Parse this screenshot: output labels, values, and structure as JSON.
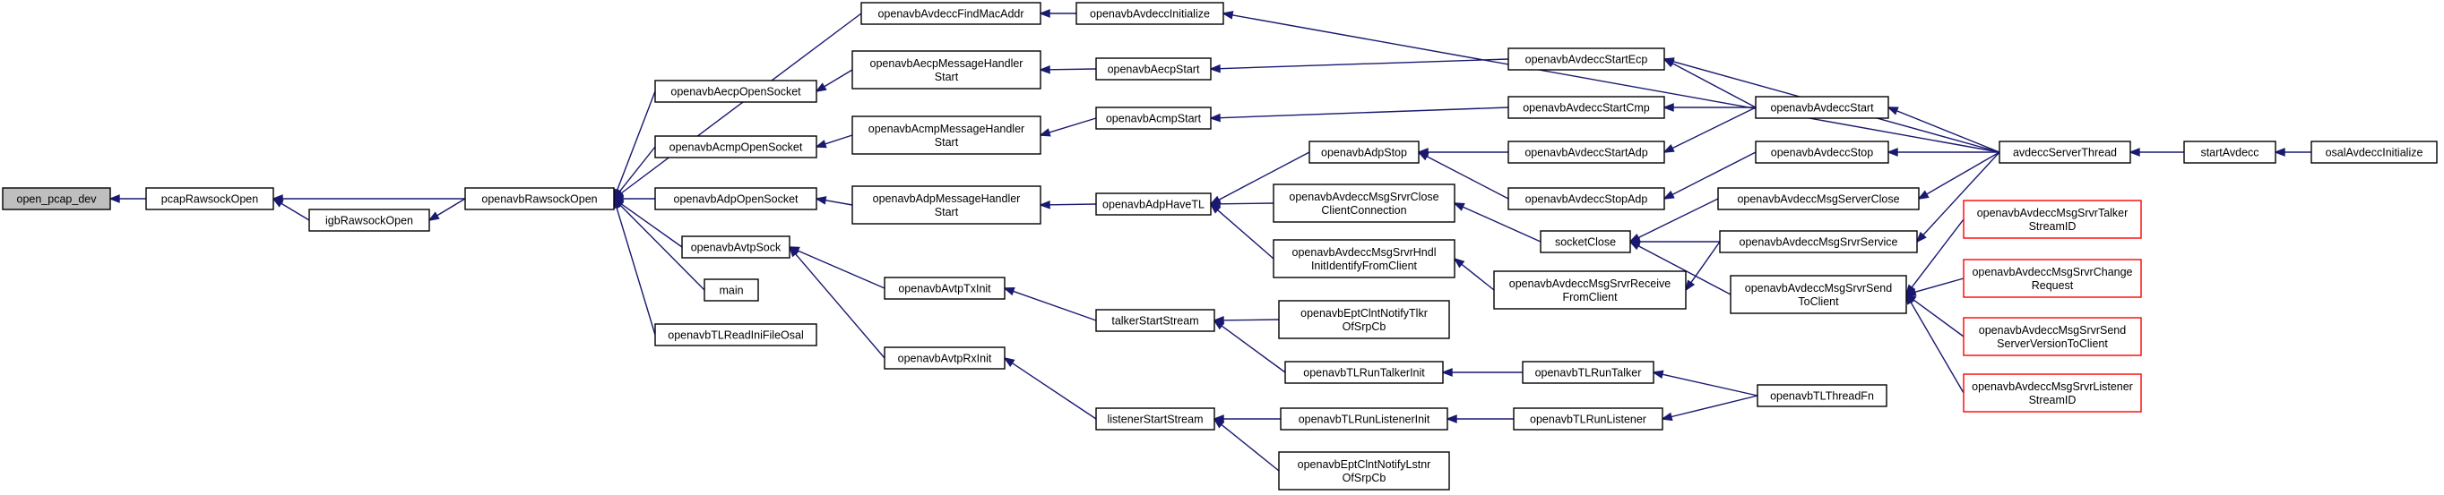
{
  "graph": {
    "colors": {
      "edge": "#191970",
      "node_border": "#000000",
      "truncated_border": "#ff0000",
      "current_fill": "#bfbfbf"
    },
    "nodes": {
      "open_pcap_dev": {
        "label": [
          "open_pcap_dev"
        ],
        "state": "current"
      },
      "pcapRawsockOpen": {
        "label": [
          "pcapRawsockOpen"
        ]
      },
      "igbRawsockOpen": {
        "label": [
          "igbRawsockOpen"
        ]
      },
      "openavbRawsockOpen": {
        "label": [
          "openavbRawsockOpen"
        ]
      },
      "openavbAvdeccFindMacAddr": {
        "label": [
          "openavbAvdeccFindMacAddr"
        ]
      },
      "openavbAecpOpenSocket": {
        "label": [
          "openavbAecpOpenSocket"
        ]
      },
      "openavbAcmpOpenSocket": {
        "label": [
          "openavbAcmpOpenSocket"
        ]
      },
      "openavbAdpOpenSocket": {
        "label": [
          "openavbAdpOpenSocket"
        ]
      },
      "openavbAvtpSock": {
        "label": [
          "openavbAvtpSock"
        ]
      },
      "main": {
        "label": [
          "main"
        ]
      },
      "openavbTLReadIniFileOsal": {
        "label": [
          "openavbTLReadIniFileOsal"
        ]
      },
      "openavbAvdeccInitialize": {
        "label": [
          "openavbAvdeccInitialize"
        ]
      },
      "openavbAecpMessageHandlerStart": {
        "label": [
          "openavbAecpMessageHandler",
          "Start"
        ]
      },
      "openavbAcmpMessageHandlerStart": {
        "label": [
          "openavbAcmpMessageHandler",
          "Start"
        ]
      },
      "openavbAdpMessageHandlerStart": {
        "label": [
          "openavbAdpMessageHandler",
          "Start"
        ]
      },
      "openavbAvtpTxInit": {
        "label": [
          "openavbAvtpTxInit"
        ]
      },
      "openavbAvtpRxInit": {
        "label": [
          "openavbAvtpRxInit"
        ]
      },
      "openavbAecpStart": {
        "label": [
          "openavbAecpStart"
        ]
      },
      "openavbAcmpStart": {
        "label": [
          "openavbAcmpStart"
        ]
      },
      "openavbAdpHaveTL": {
        "label": [
          "openavbAdpHaveTL"
        ]
      },
      "talkerStartStream": {
        "label": [
          "talkerStartStream"
        ]
      },
      "listenerStartStream": {
        "label": [
          "listenerStartStream"
        ]
      },
      "openavbAdpStop": {
        "label": [
          "openavbAdpStop"
        ]
      },
      "openavbAvdeccMsgSrvrCloseClientConnection": {
        "label": [
          "openavbAvdeccMsgSrvrClose",
          "ClientConnection"
        ]
      },
      "openavbAvdeccMsgSrvrHndlInitIdentifyFromClient": {
        "label": [
          "openavbAvdeccMsgSrvrHndl",
          "InitIdentifyFromClient"
        ]
      },
      "openavbEptClntNotifyTlkrOfSrpCb": {
        "label": [
          "openavbEptClntNotifyTlkr",
          "OfSrpCb"
        ]
      },
      "openavbTLRunTalkerInit": {
        "label": [
          "openavbTLRunTalkerInit"
        ]
      },
      "openavbTLRunListenerInit": {
        "label": [
          "openavbTLRunListenerInit"
        ]
      },
      "openavbEptClntNotifyLstnrOfSrpCb": {
        "label": [
          "openavbEptClntNotifyLstnr",
          "OfSrpCb"
        ]
      },
      "openavbAvdeccStartEcp": {
        "label": [
          "openavbAvdeccStartEcp"
        ]
      },
      "openavbAvdeccStartCmp": {
        "label": [
          "openavbAvdeccStartCmp"
        ]
      },
      "openavbAvdeccStartAdp": {
        "label": [
          "openavbAvdeccStartAdp"
        ]
      },
      "openavbAvdeccStopAdp": {
        "label": [
          "openavbAvdeccStopAdp"
        ]
      },
      "socketClose": {
        "label": [
          "socketClose"
        ]
      },
      "openavbAvdeccMsgSrvrReceiveFromClient": {
        "label": [
          "openavbAvdeccMsgSrvrReceive",
          "FromClient"
        ]
      },
      "openavbTLRunTalker": {
        "label": [
          "openavbTLRunTalker"
        ]
      },
      "openavbTLRunListener": {
        "label": [
          "openavbTLRunListener"
        ]
      },
      "openavbAvdeccStart": {
        "label": [
          "openavbAvdeccStart"
        ]
      },
      "openavbAvdeccStop": {
        "label": [
          "openavbAvdeccStop"
        ]
      },
      "openavbAvdeccMsgServerClose": {
        "label": [
          "openavbAvdeccMsgServerClose"
        ]
      },
      "openavbAvdeccMsgSrvrService": {
        "label": [
          "openavbAvdeccMsgSrvrService"
        ]
      },
      "openavbAvdeccMsgSrvrSendToClient": {
        "label": [
          "openavbAvdeccMsgSrvrSend",
          "ToClient"
        ]
      },
      "openavbTLThreadFn": {
        "label": [
          "openavbTLThreadFn"
        ]
      },
      "avdeccServerThread": {
        "label": [
          "avdeccServerThread"
        ]
      },
      "openavbAvdeccMsgSrvrTalkerStreamID": {
        "label": [
          "openavbAvdeccMsgSrvrTalker",
          "StreamID"
        ],
        "state": "truncated"
      },
      "openavbAvdeccMsgSrvrChangeRequest": {
        "label": [
          "openavbAvdeccMsgSrvrChange",
          "Request"
        ],
        "state": "truncated"
      },
      "openavbAvdeccMsgSrvrSendServerVersionToClient": {
        "label": [
          "openavbAvdeccMsgSrvrSend",
          "ServerVersionToClient"
        ],
        "state": "truncated"
      },
      "openavbAvdeccMsgSrvrListenerStreamID": {
        "label": [
          "openavbAvdeccMsgSrvrListener",
          "StreamID"
        ],
        "state": "truncated"
      },
      "startAvdecc": {
        "label": [
          "startAvdecc"
        ]
      },
      "osalAvdeccInitialize": {
        "label": [
          "osalAvdeccInitialize"
        ]
      }
    },
    "edges": [
      [
        "pcapRawsockOpen",
        "open_pcap_dev"
      ],
      [
        "openavbRawsockOpen",
        "pcapRawsockOpen"
      ],
      [
        "igbRawsockOpen",
        "pcapRawsockOpen"
      ],
      [
        "openavbRawsockOpen",
        "igbRawsockOpen"
      ],
      [
        "openavbAvdeccFindMacAddr",
        "openavbRawsockOpen"
      ],
      [
        "openavbAecpOpenSocket",
        "openavbRawsockOpen"
      ],
      [
        "openavbAcmpOpenSocket",
        "openavbRawsockOpen"
      ],
      [
        "openavbAdpOpenSocket",
        "openavbRawsockOpen"
      ],
      [
        "openavbAvtpSock",
        "openavbRawsockOpen"
      ],
      [
        "main",
        "openavbRawsockOpen"
      ],
      [
        "openavbTLReadIniFileOsal",
        "openavbRawsockOpen"
      ],
      [
        "openavbAvdeccInitialize",
        "openavbAvdeccFindMacAddr"
      ],
      [
        "openavbAecpMessageHandlerStart",
        "openavbAecpOpenSocket"
      ],
      [
        "openavbAcmpMessageHandlerStart",
        "openavbAcmpOpenSocket"
      ],
      [
        "openavbAdpMessageHandlerStart",
        "openavbAdpOpenSocket"
      ],
      [
        "openavbAvtpTxInit",
        "openavbAvtpSock"
      ],
      [
        "openavbAvtpRxInit",
        "openavbAvtpSock"
      ],
      [
        "openavbAecpStart",
        "openavbAecpMessageHandlerStart"
      ],
      [
        "openavbAcmpStart",
        "openavbAcmpMessageHandlerStart"
      ],
      [
        "openavbAdpHaveTL",
        "openavbAdpMessageHandlerStart"
      ],
      [
        "talkerStartStream",
        "openavbAvtpTxInit"
      ],
      [
        "listenerStartStream",
        "openavbAvtpRxInit"
      ],
      [
        "openavbAdpStop",
        "openavbAdpHaveTL"
      ],
      [
        "openavbAvdeccMsgSrvrCloseClientConnection",
        "openavbAdpHaveTL"
      ],
      [
        "openavbAvdeccMsgSrvrHndlInitIdentifyFromClient",
        "openavbAdpHaveTL"
      ],
      [
        "openavbEptClntNotifyTlkrOfSrpCb",
        "talkerStartStream"
      ],
      [
        "openavbTLRunTalkerInit",
        "talkerStartStream"
      ],
      [
        "openavbTLRunListenerInit",
        "listenerStartStream"
      ],
      [
        "openavbEptClntNotifyLstnrOfSrpCb",
        "listenerStartStream"
      ],
      [
        "openavbAvdeccStartEcp",
        "openavbAecpStart"
      ],
      [
        "openavbAvdeccStartCmp",
        "openavbAcmpStart"
      ],
      [
        "openavbAvdeccStartAdp",
        "openavbAdpStop"
      ],
      [
        "openavbAvdeccStopAdp",
        "openavbAdpStop"
      ],
      [
        "socketClose",
        "openavbAvdeccMsgSrvrCloseClientConnection"
      ],
      [
        "openavbAvdeccMsgSrvrReceiveFromClient",
        "openavbAvdeccMsgSrvrHndlInitIdentifyFromClient"
      ],
      [
        "openavbTLRunTalker",
        "openavbTLRunTalkerInit"
      ],
      [
        "openavbTLRunListener",
        "openavbTLRunListenerInit"
      ],
      [
        "openavbAvdeccStart",
        "openavbAvdeccStartEcp"
      ],
      [
        "openavbAvdeccStart",
        "openavbAvdeccStartCmp"
      ],
      [
        "openavbAvdeccStart",
        "openavbAvdeccStartAdp"
      ],
      [
        "openavbAvdeccStop",
        "openavbAvdeccStopAdp"
      ],
      [
        "openavbAvdeccMsgServerClose",
        "socketClose"
      ],
      [
        "openavbAvdeccMsgSrvrService",
        "socketClose"
      ],
      [
        "openavbAvdeccMsgSrvrSendToClient",
        "socketClose"
      ],
      [
        "openavbAvdeccMsgSrvrService",
        "openavbAvdeccMsgSrvrReceiveFromClient"
      ],
      [
        "openavbTLThreadFn",
        "openavbTLRunTalker"
      ],
      [
        "openavbTLThreadFn",
        "openavbTLRunListener"
      ],
      [
        "avdeccServerThread",
        "openavbAvdeccInitialize"
      ],
      [
        "avdeccServerThread",
        "openavbAvdeccStartEcp"
      ],
      [
        "avdeccServerThread",
        "openavbAvdeccStart"
      ],
      [
        "avdeccServerThread",
        "openavbAvdeccStop"
      ],
      [
        "avdeccServerThread",
        "openavbAvdeccMsgServerClose"
      ],
      [
        "avdeccServerThread",
        "openavbAvdeccMsgSrvrService"
      ],
      [
        "openavbAvdeccMsgSrvrTalkerStreamID",
        "openavbAvdeccMsgSrvrSendToClient"
      ],
      [
        "openavbAvdeccMsgSrvrChangeRequest",
        "openavbAvdeccMsgSrvrSendToClient"
      ],
      [
        "openavbAvdeccMsgSrvrSendServerVersionToClient",
        "openavbAvdeccMsgSrvrSendToClient"
      ],
      [
        "openavbAvdeccMsgSrvrListenerStreamID",
        "openavbAvdeccMsgSrvrSendToClient"
      ],
      [
        "startAvdecc",
        "avdeccServerThread"
      ],
      [
        "osalAvdeccInitialize",
        "startAvdecc"
      ]
    ]
  }
}
